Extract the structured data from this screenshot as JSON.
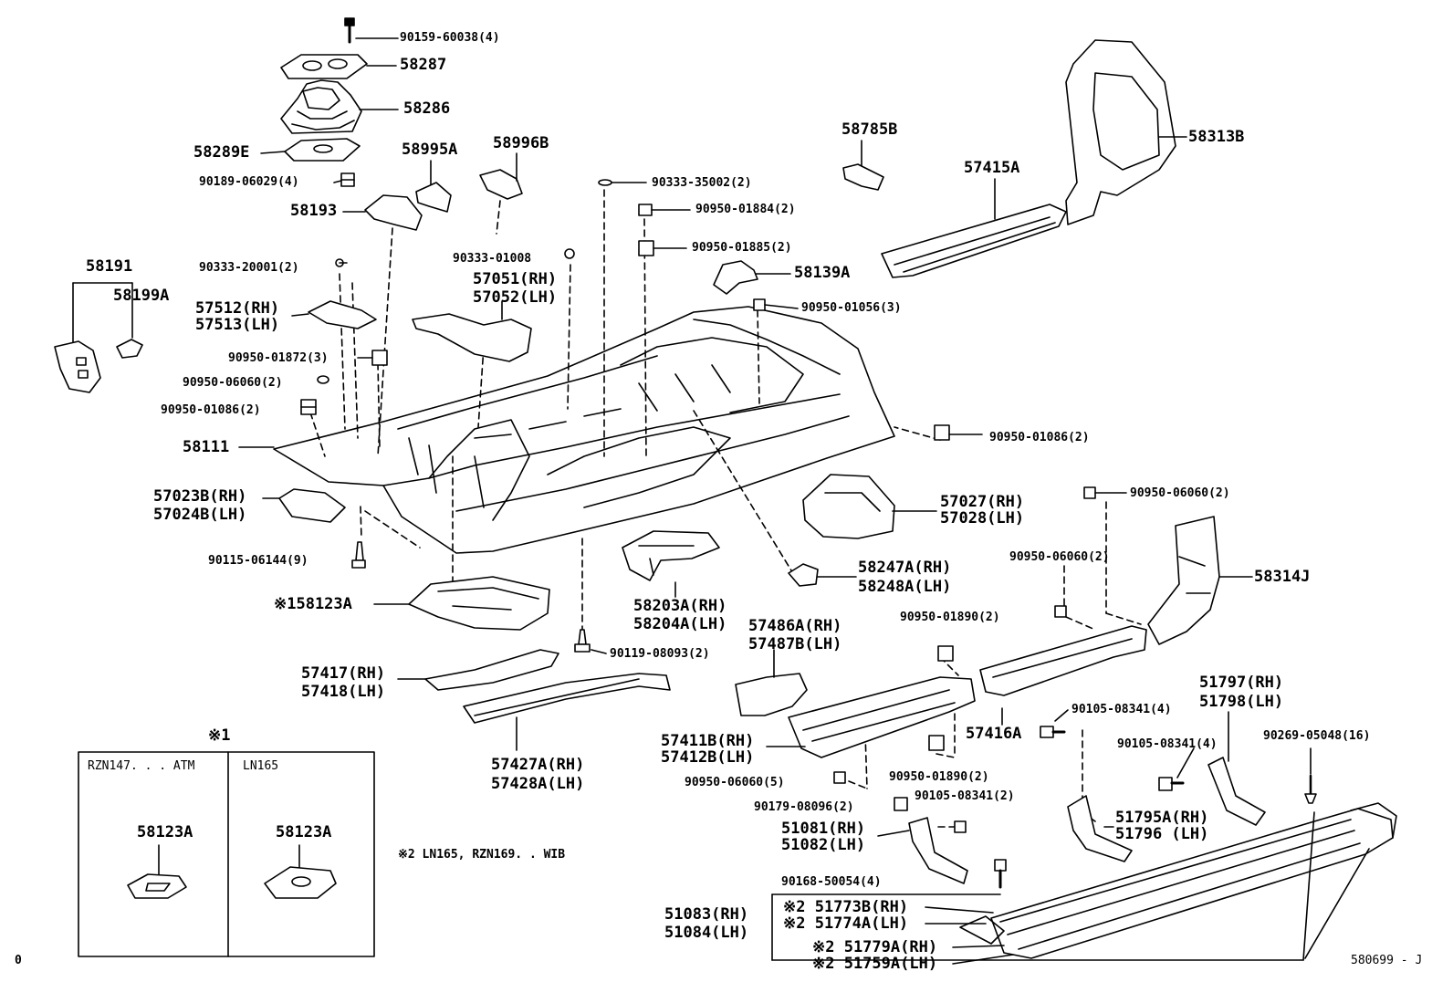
{
  "diagram_id": "580699 - J",
  "page_number": "0",
  "note_1_mark": "※1",
  "note_2": "※2   LN165, RZN169. . WIB",
  "inset": {
    "left_title": "RZN147. . . ATM",
    "right_title": "LN165",
    "left_part": "58123A",
    "right_part": "58123A"
  },
  "labels": {
    "p90159": "90159-60038(4)",
    "p58287": "58287",
    "p58286": "58286",
    "p58289e": "58289E",
    "p90189": "90189-06029(4)",
    "p58193": "58193",
    "p58995a": "58995A",
    "p58996b": "58996B",
    "p90333_35002": "90333-35002(2)",
    "p90950_01884": "90950-01884(2)",
    "p90950_01885": "90950-01885(2)",
    "p58785b": "58785B",
    "p57415a": "57415A",
    "p58313b": "58313B",
    "p58191": "58191",
    "p58199a": "58199A",
    "p90333_20001": "90333-20001(2)",
    "p90333_01008": "90333-01008",
    "p57051": "57051(RH)",
    "p57052": "57052(LH)",
    "p58139a": "58139A",
    "p57512": "57512(RH)",
    "p57513": "57513(LH)",
    "p90950_01056": "90950-01056(3)",
    "p90950_01872": "90950-01872(3)",
    "p90950_06060a": "90950-06060(2)",
    "p90950_01086a": "90950-01086(2)",
    "p90950_01086b": "90950-01086(2)",
    "p58111": "58111",
    "p57023b": "57023B(RH)",
    "p57024b": "57024B(LH)",
    "p57027": "57027(RH)",
    "p57028": "57028(LH)",
    "p90950_06060b": "90950-06060(2)",
    "p90115": "90115-06144(9)",
    "p58247a": "58247A(RH)",
    "p58248a": "58248A(LH)",
    "p90950_06060c": "90950-06060(2)",
    "p58314j": "58314J",
    "p158123a": "※158123A",
    "p58203a": "58203A(RH)",
    "p58204a": "58204A(LH)",
    "p57486a": "57486A(RH)",
    "p57487b": "57487B(LH)",
    "p90950_01890a": "90950-01890(2)",
    "p90119": "90119-08093(2)",
    "p57417": "57417(RH)",
    "p57418": "57418(LH)",
    "p51797": "51797(RH)",
    "p51798": "51798(LH)",
    "p90105_a": "90105-08341(4)",
    "p57416a": "57416A",
    "p90105_b": "90105-08341(4)",
    "p90269": "90269-05048(16)",
    "p57411b": "57411B(RH)",
    "p57412b": "57412B(LH)",
    "p57427a": "57427A(RH)",
    "p57428a": "57428A(LH)",
    "p90950_06060d": "90950-06060(5)",
    "p90950_01890b": "90950-01890(2)",
    "p90179": "90179-08096(2)",
    "p90105_c": "90105-08341(2)",
    "p51795a": "51795A(RH)",
    "p51796": "51796 (LH)",
    "p51081": "51081(RH)",
    "p51082": "51082(LH)",
    "p90168": "90168-50054(4)",
    "p51083": "51083(RH)",
    "p51084": "51084(LH)",
    "p51773b": "※2 51773B(RH)",
    "p51774a": "※2 51774A(LH)",
    "p51779a": "※2 51779A(RH)",
    "p51759a": "※2 51759A(LH)"
  }
}
